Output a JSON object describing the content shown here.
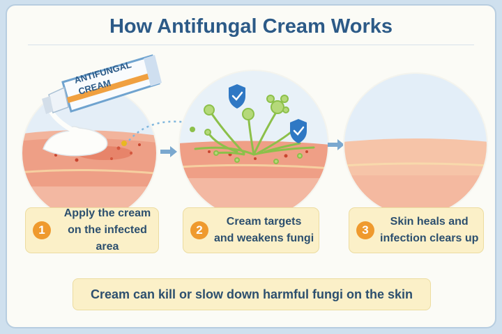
{
  "title": "How Antifungal Cream Works",
  "tube_label": [
    "ANTIFUNGAL",
    "CREAM"
  ],
  "steps": [
    {
      "number": "1",
      "line1": "Apply the cream",
      "line2": "on the infected area"
    },
    {
      "number": "2",
      "line1": "Cream targets",
      "line2": "and weakens fungi"
    },
    {
      "number": "3",
      "line1": "Skin heals and",
      "line2": "infection clears up"
    }
  ],
  "summary": "Cream can kill or slow down harmful fungi on the skin",
  "colors": {
    "title": "#2c5a87",
    "badge": "#ef9a2e",
    "card": "#fbf0c8",
    "fungi": "#8cc04a",
    "shield": "#2f78c4",
    "arrow": "#7aa8cf"
  },
  "icons": [
    "cream-tube-icon",
    "fungi-icon",
    "shield-check-icon",
    "arrow-right-icon"
  ]
}
